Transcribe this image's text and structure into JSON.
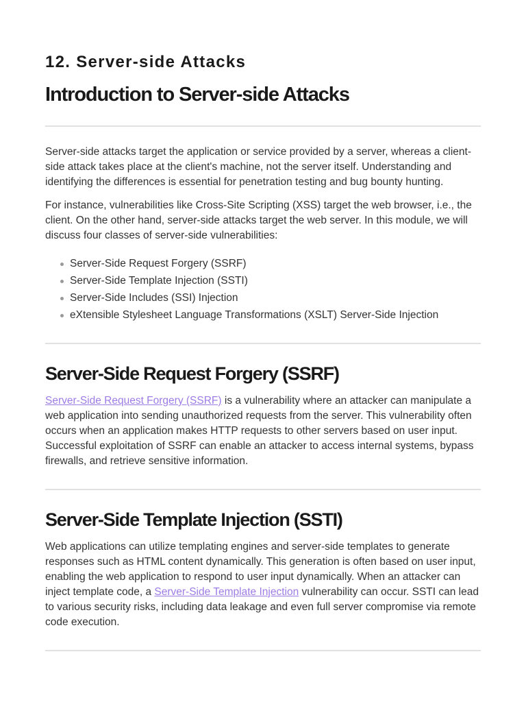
{
  "document": {
    "chapter_title": "12. Server-side Attacks",
    "page_title": "Introduction to Server-side Attacks"
  },
  "intro": {
    "paragraph_1": "Server-side attacks target the application or service provided by a server, whereas a client-side attack takes place at the client's machine, not the server itself. Understanding and identifying the differences is essential for penetration testing and bug bounty hunting.",
    "paragraph_2": "For instance, vulnerabilities like Cross-Site Scripting (XSS) target the web browser, i.e., the client. On the other hand, server-side attacks target the web server. In this module, we will discuss four classes of server-side vulnerabilities:",
    "bullets": [
      "Server-Side Request Forgery (SSRF)",
      "Server-Side Template Injection (SSTI)",
      "Server-Side Includes (SSI) Injection",
      "eXtensible Stylesheet Language Transformations (XSLT) Server-Side Injection"
    ]
  },
  "ssrf_section": {
    "heading": "Server-Side Request Forgery (SSRF)",
    "link_text": "Server-Side Request Forgery (SSRF)",
    "text_after_link": " is a vulnerability where an attacker can manipulate a web application into sending unauthorized requests from the server. This vulnerability often occurs when an application makes HTTP requests to other servers based on user input. Successful exploitation of SSRF can enable an attacker to access internal systems, bypass firewalls, and retrieve sensitive information."
  },
  "ssti_section": {
    "heading": "Server-Side Template Injection (SSTI)",
    "text_before_link": "Web applications can utilize templating engines and server-side templates to generate responses such as HTML content dynamically. This generation is often based on user input, enabling the web application to respond to user input dynamically. When an attacker can inject template code, a ",
    "link_text": "Server-Side Template Injection",
    "text_after_link": " vulnerability can occur. SSTI can lead to various security risks, including data leakage and even full server compromise via remote code execution."
  },
  "colors": {
    "link": "#9d7ce6",
    "divider": "#e1e1e1",
    "body_text": "#333333",
    "heading_text": "#1a1a1a",
    "bullet_marker": "#999999"
  }
}
